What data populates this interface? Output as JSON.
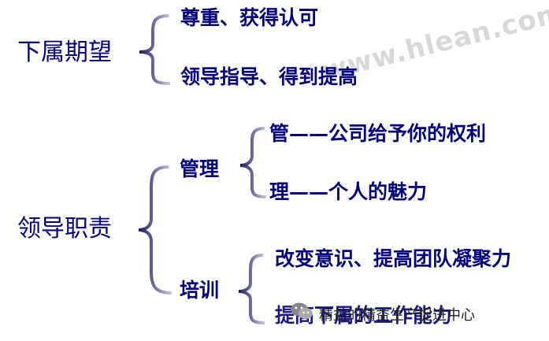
{
  "watermark": "www.hlean.com",
  "top_group": {
    "root": "下属期望",
    "items": [
      "尊重、获得认可",
      "领导指导、得到提高"
    ]
  },
  "bottom_group": {
    "root": "领导职责",
    "manage": {
      "label": "管理",
      "items": [
        "管——公司给予你的权利",
        "理——个人的魅力"
      ]
    },
    "train": {
      "label": "培训",
      "items": [
        "改变意识、提高团队凝聚力",
        "提高下属的工作能力"
      ]
    }
  },
  "footer": {
    "caption": "精益的精益生产促进中心",
    "icon": "wechat-icon"
  }
}
